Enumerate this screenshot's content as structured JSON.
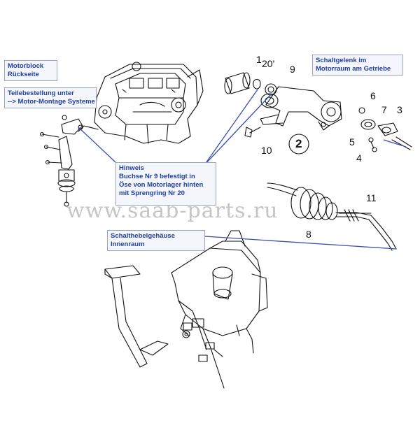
{
  "watermark": "www.saab-parts.ru",
  "callouts": {
    "motorblock": {
      "line1": "Motorblock",
      "line2": "Rückseite"
    },
    "teilebestellung": {
      "line1": "Teilebestellung unter",
      "line2": "--> Motor-Montage Systeme"
    },
    "schaltgelenk": {
      "line1": "Schaltgelenk im",
      "line2": "Motorraum am Getriebe"
    },
    "hinweis": {
      "title": "Hinweis",
      "line1": "Buchse Nr 9  befestigt in",
      "line2": "Öse von Motorlager hinten",
      "line3": "mit Sprengring Nr 20"
    },
    "schalthebel": {
      "line1": "Schalthebelgehäuse",
      "line2": "Innenraum"
    }
  },
  "part_numbers": {
    "p1": "1",
    "p20": "20'",
    "p9": "9",
    "p2": "2",
    "p10": "10",
    "p6": "6",
    "p7": "7",
    "p3": "3",
    "p5": "5",
    "p4": "4",
    "p11": "11",
    "p8": "8"
  },
  "colors": {
    "callout_text": "#1f3fa0",
    "leader_line": "#3a4fb0",
    "drawing": "#111111"
  }
}
